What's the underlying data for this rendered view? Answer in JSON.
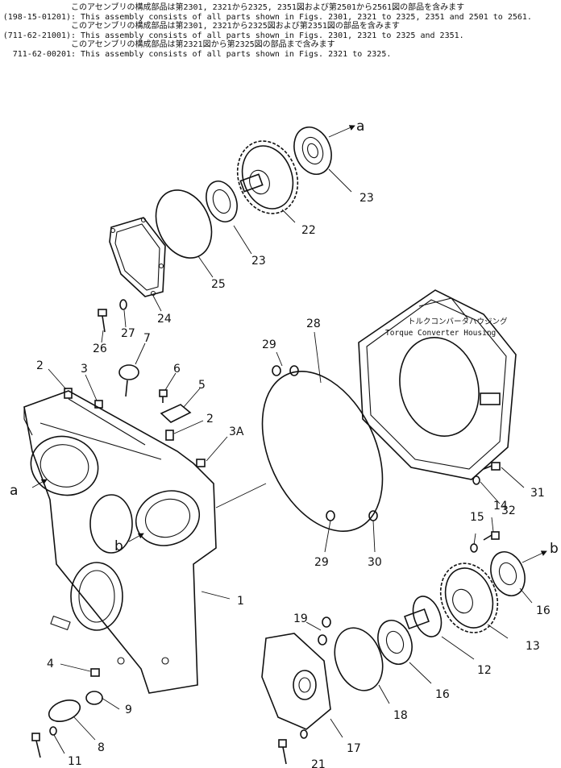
{
  "notes": [
    {
      "jp": "このアセンブリの構成部品は第2301, 2321から2325, 2351図および第2501から2561図の部品を含みます",
      "code": "(198-15-01201)",
      "en": ": This assembly consists of all parts shown in Figs. 2301, 2321 to 2325, 2351 and 2501 to 2561."
    },
    {
      "jp": "このアセンブリの構成部品は第2301, 2321から2325図および第2351図の部品を含みます",
      "code": "(711-62-21001)",
      "en": ": This assembly consists of all parts shown in Figs. 2301, 2321 to 2325 and 2351."
    },
    {
      "jp": "このアセンブリの構成部品は第2321図から第2325図の部品まで含みます",
      "code": "711-62-00201",
      "en": ": This assembly consists of all parts shown in Figs. 2321 to 2325."
    }
  ],
  "housing_label": {
    "jp": "トルクコンバータハウジング",
    "en": "Torque Converter Housing"
  },
  "arrows": {
    "a": "a",
    "b": "b"
  },
  "labels": {
    "p1": "1",
    "p2a": "2",
    "p2b": "2",
    "p3": "3",
    "p3a": "3A",
    "p4": "4",
    "p5": "5",
    "p6": "6",
    "p7": "7",
    "p8": "8",
    "p9": "9",
    "p11": "11",
    "p12": "12",
    "p13": "13",
    "p14": "14",
    "p15": "15",
    "p16a": "16",
    "p16b": "16",
    "p17": "17",
    "p18": "18",
    "p19": "19",
    "p21": "21",
    "p22": "22",
    "p23a": "23",
    "p23b": "23",
    "p24": "24",
    "p25": "25",
    "p26": "26",
    "p27": "27",
    "p28": "28",
    "p29a": "29",
    "p29b": "29",
    "p30": "30",
    "p31": "31",
    "p32": "32",
    "a_left": "a",
    "b_left": "b"
  }
}
